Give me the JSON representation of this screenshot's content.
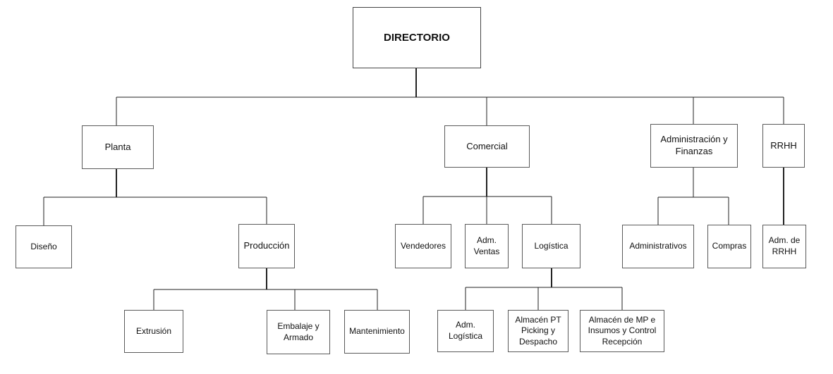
{
  "org_chart": {
    "root": "DIRECTORIO",
    "planta": "Planta",
    "comercial": "Comercial",
    "admin_finanzas": "Administración y\nFinanzas",
    "rrhh": "RRHH",
    "diseno": "Diseño",
    "produccion": "Producción",
    "extrusion": "Extrusión",
    "embalaje": "Embalaje y\nArmado",
    "mantenimiento": "Mantenimiento",
    "vendedores": "Vendedores",
    "adm_ventas": "Adm.\nVentas",
    "logistica": "Logística",
    "adm_logistica": "Adm.\nLogística",
    "almacen_pt": "Almacén PT\nPicking y\nDespacho",
    "almacen_mp": "Almacén de MP e\nInsumos y Control\nRecepción",
    "administrativos": "Administrativos",
    "compras": "Compras",
    "adm_rrhh": "Adm. de\nRRHH"
  }
}
